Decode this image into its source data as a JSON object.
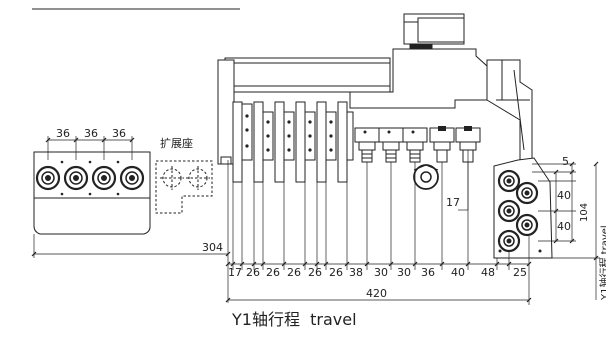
{
  "title_cn": "Y1轴行程",
  "title_en": "travel",
  "label_extension_seat": "扩展座",
  "side_label_cn": "Y1轴行程",
  "side_label_en": "travel",
  "dims": {
    "left_pitch": [
      "36",
      "36",
      "36"
    ],
    "total_width": "304",
    "bottom_chain": [
      "17",
      "26",
      "26",
      "26",
      "26",
      "26",
      "38",
      "30",
      "30",
      "36",
      "40",
      "48",
      "25"
    ],
    "overall": "420",
    "right_top": "5",
    "right_pitch": [
      "40",
      "40"
    ],
    "right_total": "104",
    "small_17": "17"
  },
  "colors": {
    "line": "#222222",
    "background": "#ffffff"
  }
}
